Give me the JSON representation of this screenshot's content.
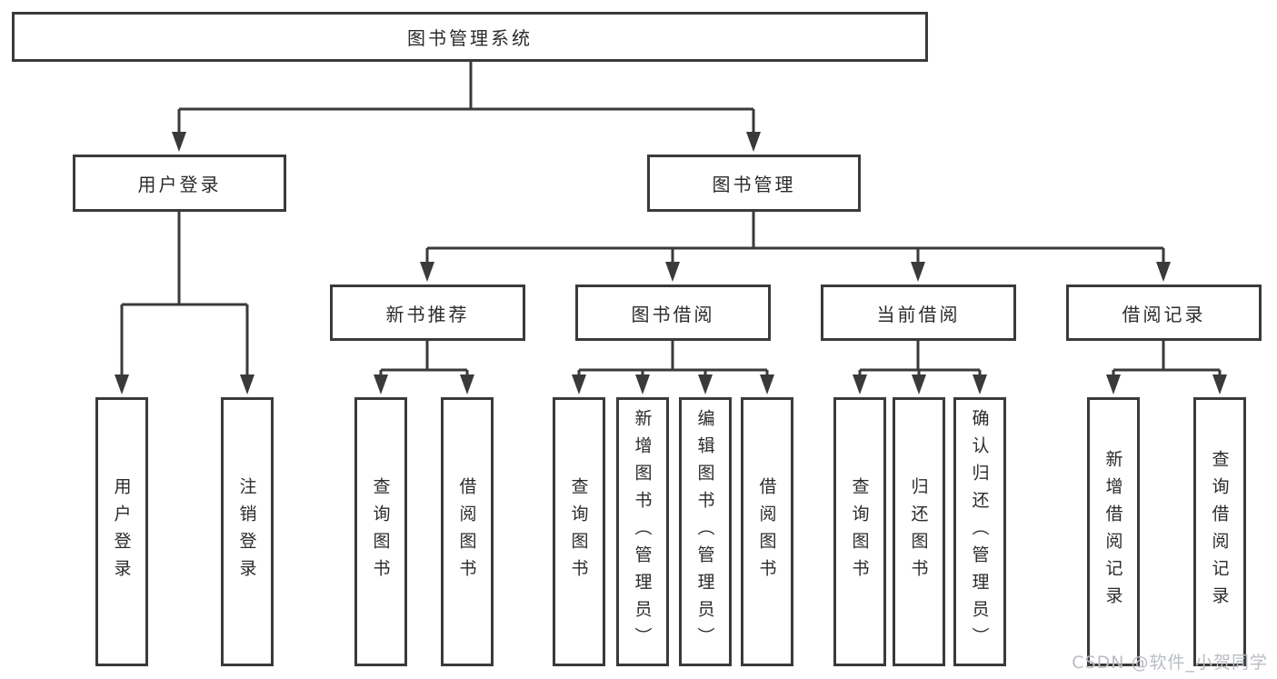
{
  "diagram": {
    "root": {
      "label": "图书管理系统"
    },
    "level2": {
      "user_login": {
        "label": "用户登录"
      },
      "book_mgmt": {
        "label": "图书管理"
      }
    },
    "level3": {
      "new_book": {
        "label": "新书推荐"
      },
      "borrowing": {
        "label": "图书借阅"
      },
      "current": {
        "label": "当前借阅"
      },
      "records": {
        "label": "借阅记录"
      }
    },
    "leaves": {
      "login": {
        "label": "用户登录"
      },
      "logout": {
        "label": "注销登录"
      },
      "nb_query": {
        "label": "查询图书"
      },
      "nb_borrow": {
        "label": "借阅图书"
      },
      "bw_query": {
        "label": "查询图书"
      },
      "bw_add": {
        "label": "新增图书（管理员）"
      },
      "bw_edit": {
        "label": "编辑图书（管理员）"
      },
      "bw_borrow": {
        "label": "借阅图书"
      },
      "cu_query": {
        "label": "查询图书"
      },
      "cu_return": {
        "label": "归还图书"
      },
      "cu_confirm": {
        "label": "确认归还（管理员）"
      },
      "rc_add": {
        "label": "新增借阅记录"
      },
      "rc_query": {
        "label": "查询借阅记录"
      }
    }
  },
  "watermark": {
    "text": "CSDN @软件_小贺同学"
  },
  "colors": {
    "line": "#3a3a3a",
    "border": "#3a3a3a",
    "text": "#2b2b2b",
    "watermark": "#b9bdc3",
    "background": "#ffffff"
  }
}
